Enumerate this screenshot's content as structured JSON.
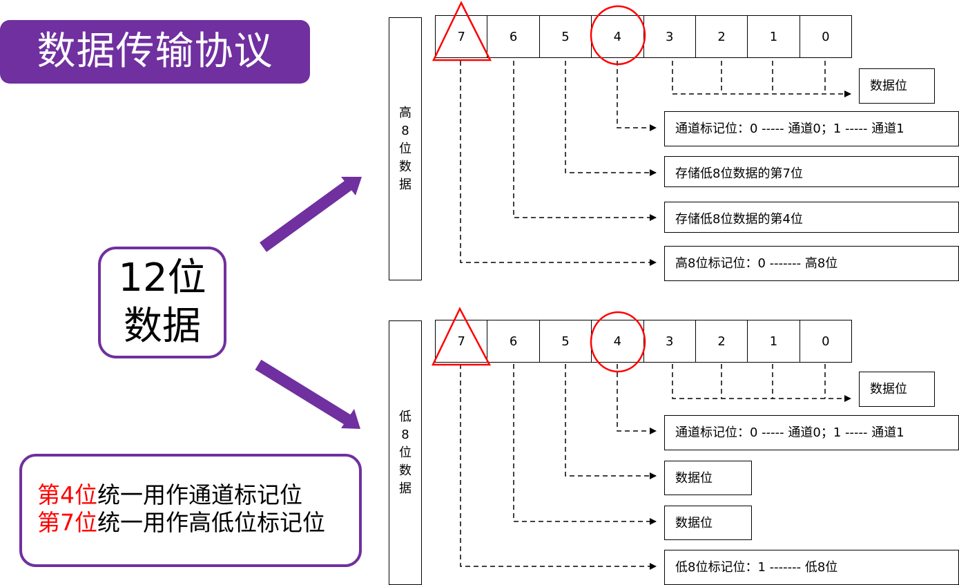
{
  "title": "数据传输协议",
  "center": {
    "line1": "12位",
    "line2": "数据"
  },
  "note": {
    "line1_red": "第4位",
    "line1_rest": "统一用作通道标记位",
    "line2_red": "第7位",
    "line2_rest": "统一用作高低位标记位"
  },
  "high": {
    "label": [
      "高",
      "8",
      "位",
      "数",
      "据"
    ],
    "bits": [
      "7",
      "6",
      "5",
      "4",
      "3",
      "2",
      "1",
      "0"
    ],
    "data_bits": "数据位",
    "bit4": "通道标记位：0 ----- 通道0；1 ----- 通道1",
    "bit5": "存储低8位数据的第7位",
    "bit6": "存储低8位数据的第4位",
    "bit7": "高8位标记位：0 ------- 高8位"
  },
  "low": {
    "label": [
      "低",
      "8",
      "位",
      "数",
      "据"
    ],
    "bits": [
      "7",
      "6",
      "5",
      "4",
      "3",
      "2",
      "1",
      "0"
    ],
    "data_bits": "数据位",
    "bit4": "通道标记位：0 ----- 通道0；1 ----- 通道1",
    "bit5": "数据位",
    "bit6": "数据位",
    "bit7": "低8位标记位：1 ------- 低8位"
  },
  "colors": {
    "purple": "#7030a0",
    "red": "#ff0000"
  }
}
